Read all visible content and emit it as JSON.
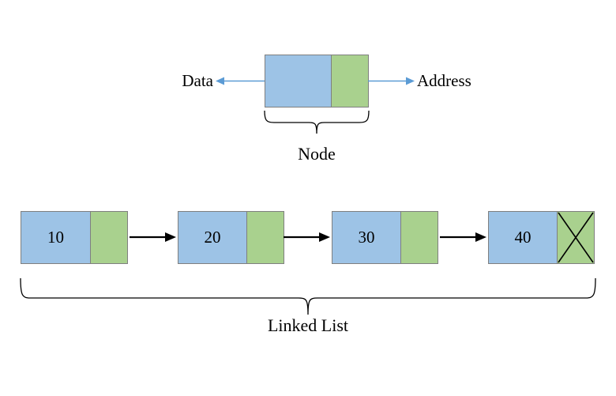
{
  "colors": {
    "data_fill": "#9DC3E6",
    "pointer_fill": "#A9D18E",
    "box_border": "#7F7F7F",
    "label_arrow": "#5B9BD5",
    "link_arrow": "#000000",
    "text": "#000000",
    "canvas_bg": "#FFFFFF"
  },
  "node_anatomy": {
    "data_label": "Data",
    "address_label": "Address",
    "brace_label": "Node"
  },
  "linked_list": {
    "brace_label": "Linked List",
    "nodes": [
      {
        "value": "10",
        "null_pointer": false
      },
      {
        "value": "20",
        "null_pointer": false
      },
      {
        "value": "30",
        "null_pointer": false
      },
      {
        "value": "40",
        "null_pointer": true
      }
    ]
  }
}
